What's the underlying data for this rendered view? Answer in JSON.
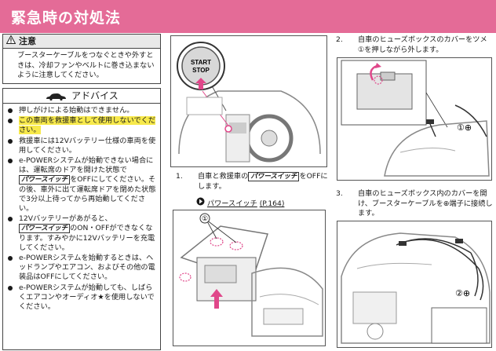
{
  "page": {
    "title": "緊急時の対処法"
  },
  "caution": {
    "heading": "注意",
    "text": "ブースターケーブルをつなぐときや外すときは、冷却ファンやベルトに巻き込まないように注意してください。"
  },
  "advice": {
    "heading": "アドバイス",
    "items": [
      "押しがけによる始動はできません。",
      "この車両を救援車として使用しないでください。",
      "救援車には12Vバッテリー仕様の車両を使用してください。",
      [
        "e-POWERシステムが始動できない場合には、運転席のドアを開けた状態で",
        "パワースイッチ",
        "をOFFにしてください。その後、車外に出て運転席ドアを閉めた状態で3分以上待ってから再始動してください。"
      ],
      [
        "12Vバッテリーがあがると、",
        "パワースイッチ",
        "のON・OFFができなくなります。すみやかに12Vバッテリーを充電してください。"
      ],
      "e-POWERシステムを始動するときは、ヘッドランプやエアコン、およびその他の電装品はOFFにしてください。",
      "e-POWERシステムが始動しても、しばらくエアコンやオーディオ★を使用しないでください。"
    ]
  },
  "figure_start": {
    "button_line1": "START",
    "button_line2": "STOP"
  },
  "step1": {
    "num": "1.",
    "pre": "自車と救援車の",
    "key": "パワースイッチ",
    "post": "をOFFにします。"
  },
  "link": {
    "prefix": "パワースイッチ",
    "page": "(P.164)"
  },
  "fig_hood": {
    "label": "①"
  },
  "step2": {
    "num": "2.",
    "text": "自車のヒューズボックスのカバーをツメ①を押しながら外します。"
  },
  "fig_fuse": {
    "label_plus": "①⊕"
  },
  "step3": {
    "num": "3.",
    "text": "自車のヒューズボックス内のカバーを開け、ブースターケーブルを⊕端子に接続します。"
  },
  "fig_cable": {
    "label_plus": "②⊕"
  }
}
